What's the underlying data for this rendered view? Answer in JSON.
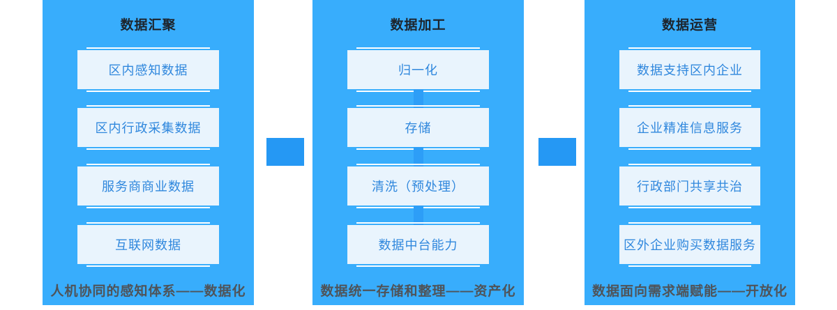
{
  "colors": {
    "panel_bg": "#38adfc",
    "box_bg": "#e9f4fd",
    "box_text": "#2f87dd",
    "title_text": "#1d242c",
    "caption_text": "#4f5358",
    "vertical_connector": "#2d9ef7",
    "flow_connector": "#2598f4",
    "accent_line": "#ffffff"
  },
  "panels": [
    {
      "title": "数据汇聚",
      "boxes": [
        "区内感知数据",
        "区内行政采集数据",
        "服务商商业数据",
        "互联网数据"
      ],
      "caption": "人机协同的感知体系——数据化"
    },
    {
      "title": "数据加工",
      "boxes": [
        "归一化",
        "存储",
        "清洗（预处理）",
        "数据中台能力"
      ],
      "caption": "数据统一存储和整理——资产化"
    },
    {
      "title": "数据运营",
      "boxes": [
        "数据支持区内企业",
        "企业精准信息服务",
        "行政部门共享共治",
        "区外企业购买数据服务"
      ],
      "caption": "数据面向需求端赋能——开放化"
    }
  ]
}
